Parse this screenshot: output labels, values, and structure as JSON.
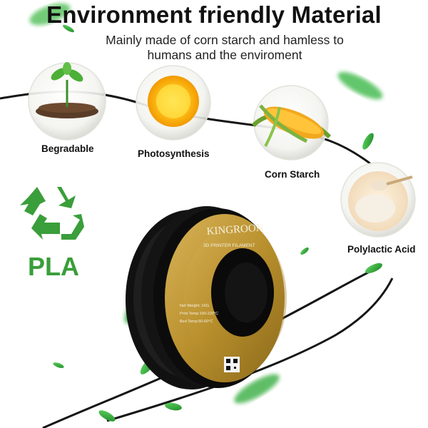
{
  "title": "Environment friendly Material",
  "subtitle_line1": "Mainly made of corn starch and hamless to",
  "subtitle_line2": "humans and the enviroment",
  "features": [
    {
      "label": "Begradable",
      "icon": "sprout-icon"
    },
    {
      "label": "Photosynthesis",
      "icon": "sun-icon"
    },
    {
      "label": "Corn Starch",
      "icon": "corn-icon"
    },
    {
      "label": "Polylactic Acid",
      "icon": "powder-icon"
    }
  ],
  "badge": {
    "label": "PLA",
    "icon": "recycle-icon"
  },
  "spool": {
    "brand": "KINGROON",
    "product": "3D PRINTER FILAMENT",
    "specs": [
      "Net Weight: 1KG",
      "Print Temp:190-220°C",
      "Bed Temp:50-60°C"
    ]
  },
  "colors": {
    "accent_green": "#3a9e3a",
    "label_gold": "#b8922e",
    "filament": "#1c1c1c"
  }
}
